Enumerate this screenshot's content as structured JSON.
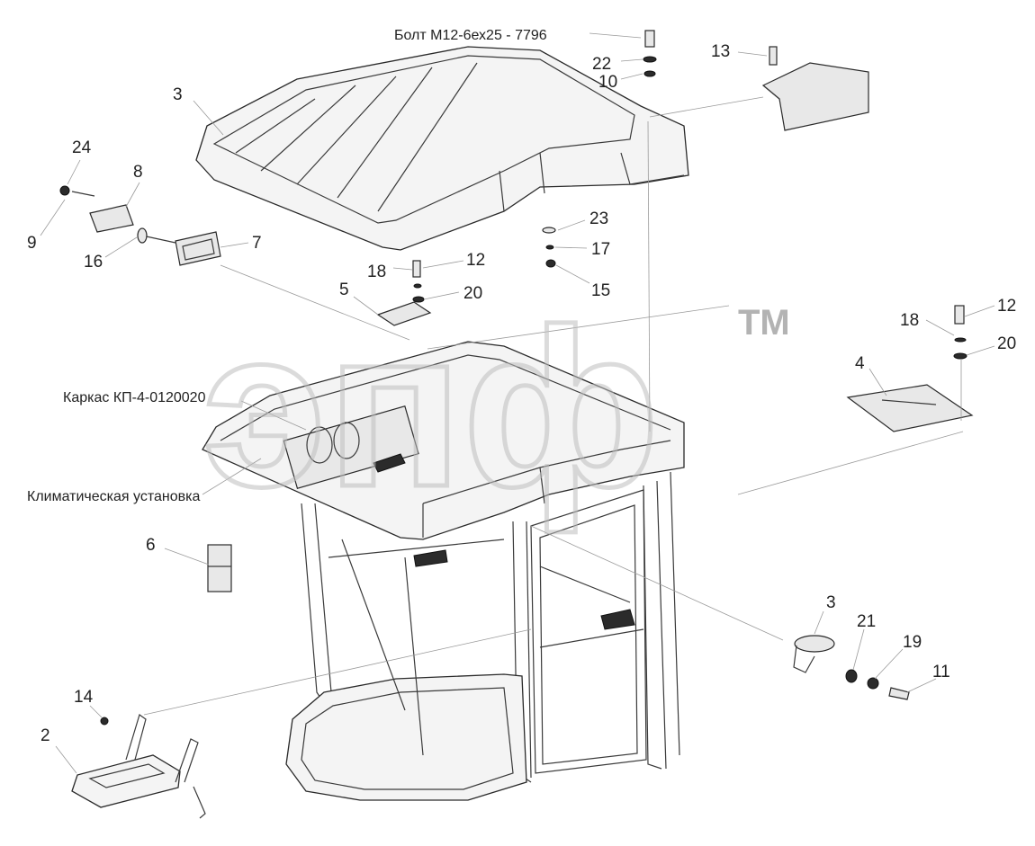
{
  "diagram": {
    "callouts": [
      {
        "id": "bolt",
        "text": "Болт М12-6ех25 - 7796"
      },
      {
        "id": "frame",
        "text": "Каркас КП-4-0120020"
      },
      {
        "id": "climate",
        "text": "Климатическая установка"
      }
    ],
    "part_numbers": {
      "p3_roof": "3",
      "p22": "22",
      "p10": "10",
      "p13": "13",
      "p24": "24",
      "p8": "8",
      "p9": "9",
      "p16": "16",
      "p7": "7",
      "p23": "23",
      "p17": "17",
      "p15": "15",
      "p18a": "18",
      "p12a": "12",
      "p5": "5",
      "p20a": "20",
      "p18b": "18",
      "p12b": "12",
      "p20b": "20",
      "p4": "4",
      "p6": "6",
      "p3_bracket": "3",
      "p21": "21",
      "p19": "19",
      "p11": "11",
      "p14": "14",
      "p2": "2"
    },
    "watermark": {
      "logo": "эпф",
      "mark": "TM"
    }
  }
}
